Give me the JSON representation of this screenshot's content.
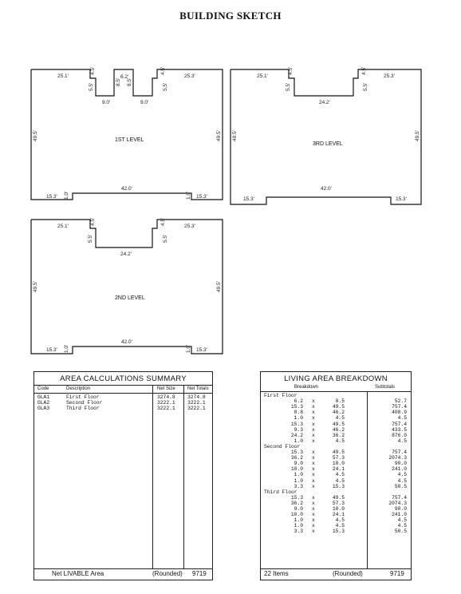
{
  "page_title": "BUILDING SKETCH",
  "levels": {
    "first": {
      "label": "1ST LEVEL",
      "dims": {
        "top_left": "25.1'",
        "top_right": "25.3'",
        "notch_l": "4.5'",
        "notch_r": "4.5'",
        "step_l": "5.5'",
        "step_r": "5.5'",
        "step_w_l": "9.0'",
        "step_w_r": "9.0'",
        "center_top": "6.2'",
        "center_side_l": "8.5'",
        "center_side_r": "8.5'",
        "left": "49.5'",
        "right": "49.5'",
        "bottom": "42.0'",
        "bot_left": "15.3'",
        "bot_right": "15.3'",
        "bot_notch_l": "1.0'",
        "bot_notch_r": "1.0'"
      }
    },
    "third": {
      "label": "3RD LEVEL",
      "dims": {
        "top_left": "25.1'",
        "top_right": "25.3'",
        "notch_l": "4.5'",
        "notch_r": "4.5'",
        "step_l": "5.5'",
        "step_r": "5.5'",
        "center": "24.2'",
        "left": "49.5'",
        "right": "49.5'",
        "bottom": "42.0'",
        "bot_left": "15.3'",
        "bot_right": "15.3'"
      }
    },
    "second": {
      "label": "2ND LEVEL",
      "dims": {
        "top_left": "25.1'",
        "top_right": "25.3'",
        "notch_l": "4.5'",
        "notch_r": "4.5'",
        "step_l": "5.5'",
        "step_r": "5.5'",
        "center": "24.2'",
        "left": "49.5'",
        "right": "49.5'",
        "bottom": "42.0'",
        "bot_left": "15.3'",
        "bot_right": "15.3'",
        "bot_notch_l": "1.0'",
        "bot_notch_r": "1.0'"
      }
    }
  },
  "area_summary": {
    "title": "AREA CALCULATIONS SUMMARY",
    "headers": {
      "code": "Code",
      "description": "Description",
      "net_size": "Net Size",
      "net_totals": "Net Totals"
    },
    "rows": [
      {
        "code": "GLA1",
        "description": "First Floor",
        "net_size": "3274.8",
        "net_total": "3274.8"
      },
      {
        "code": "GLA2",
        "description": "Second Floor",
        "net_size": "3222.1",
        "net_total": "3222.1"
      },
      {
        "code": "GLA3",
        "description": "Third Floor",
        "net_size": "3222.1",
        "net_total": "3222.1"
      }
    ],
    "footer_label": "Net LIVABLE Area",
    "footer_rounded": "(Rounded)",
    "footer_value": "9719"
  },
  "living_breakdown": {
    "title": "LIVING AREA BREAKDOWN",
    "headers": {
      "breakdown": "Breakdown",
      "subtotals": "Subtotals"
    },
    "sections": [
      {
        "name": "First Floor",
        "rows": [
          {
            "a": "6.2",
            "b": "8.5",
            "sub": "52.7"
          },
          {
            "a": "15.3",
            "b": "49.5",
            "sub": "757.4"
          },
          {
            "a": "8.8",
            "b": "46.2",
            "sub": "408.9"
          },
          {
            "a": "1.0",
            "b": "4.5",
            "sub": "4.5"
          },
          {
            "a": "15.3",
            "b": "49.5",
            "sub": "757.4"
          },
          {
            "a": "9.3",
            "b": "46.2",
            "sub": "433.5"
          },
          {
            "a": "24.2",
            "b": "36.2",
            "sub": "876.0"
          },
          {
            "a": "1.0",
            "b": "4.5",
            "sub": "4.5"
          }
        ]
      },
      {
        "name": "Second Floor",
        "rows": [
          {
            "a": "15.3",
            "b": "49.5",
            "sub": "757.4"
          },
          {
            "a": "36.2",
            "b": "57.3",
            "sub": "2074.3"
          },
          {
            "a": "9.0",
            "b": "10.0",
            "sub": "90.0"
          },
          {
            "a": "10.0",
            "b": "24.1",
            "sub": "241.0"
          },
          {
            "a": "1.0",
            "b": "4.5",
            "sub": "4.5"
          },
          {
            "a": "1.0",
            "b": "4.5",
            "sub": "4.5"
          },
          {
            "a": "3.3",
            "b": "15.3",
            "sub": "50.5"
          }
        ]
      },
      {
        "name": "Third Floor",
        "rows": [
          {
            "a": "15.3",
            "b": "49.5",
            "sub": "757.4"
          },
          {
            "a": "36.2",
            "b": "57.3",
            "sub": "2074.3"
          },
          {
            "a": "9.0",
            "b": "10.0",
            "sub": "90.0"
          },
          {
            "a": "10.0",
            "b": "24.1",
            "sub": "241.0"
          },
          {
            "a": "1.0",
            "b": "4.5",
            "sub": "4.5"
          },
          {
            "a": "1.0",
            "b": "4.5",
            "sub": "4.5"
          },
          {
            "a": "3.3",
            "b": "15.3",
            "sub": "50.5"
          }
        ]
      }
    ],
    "multiply_sign": "x",
    "footer_items": "22 Items",
    "footer_rounded": "(Rounded)",
    "footer_value": "9719"
  }
}
